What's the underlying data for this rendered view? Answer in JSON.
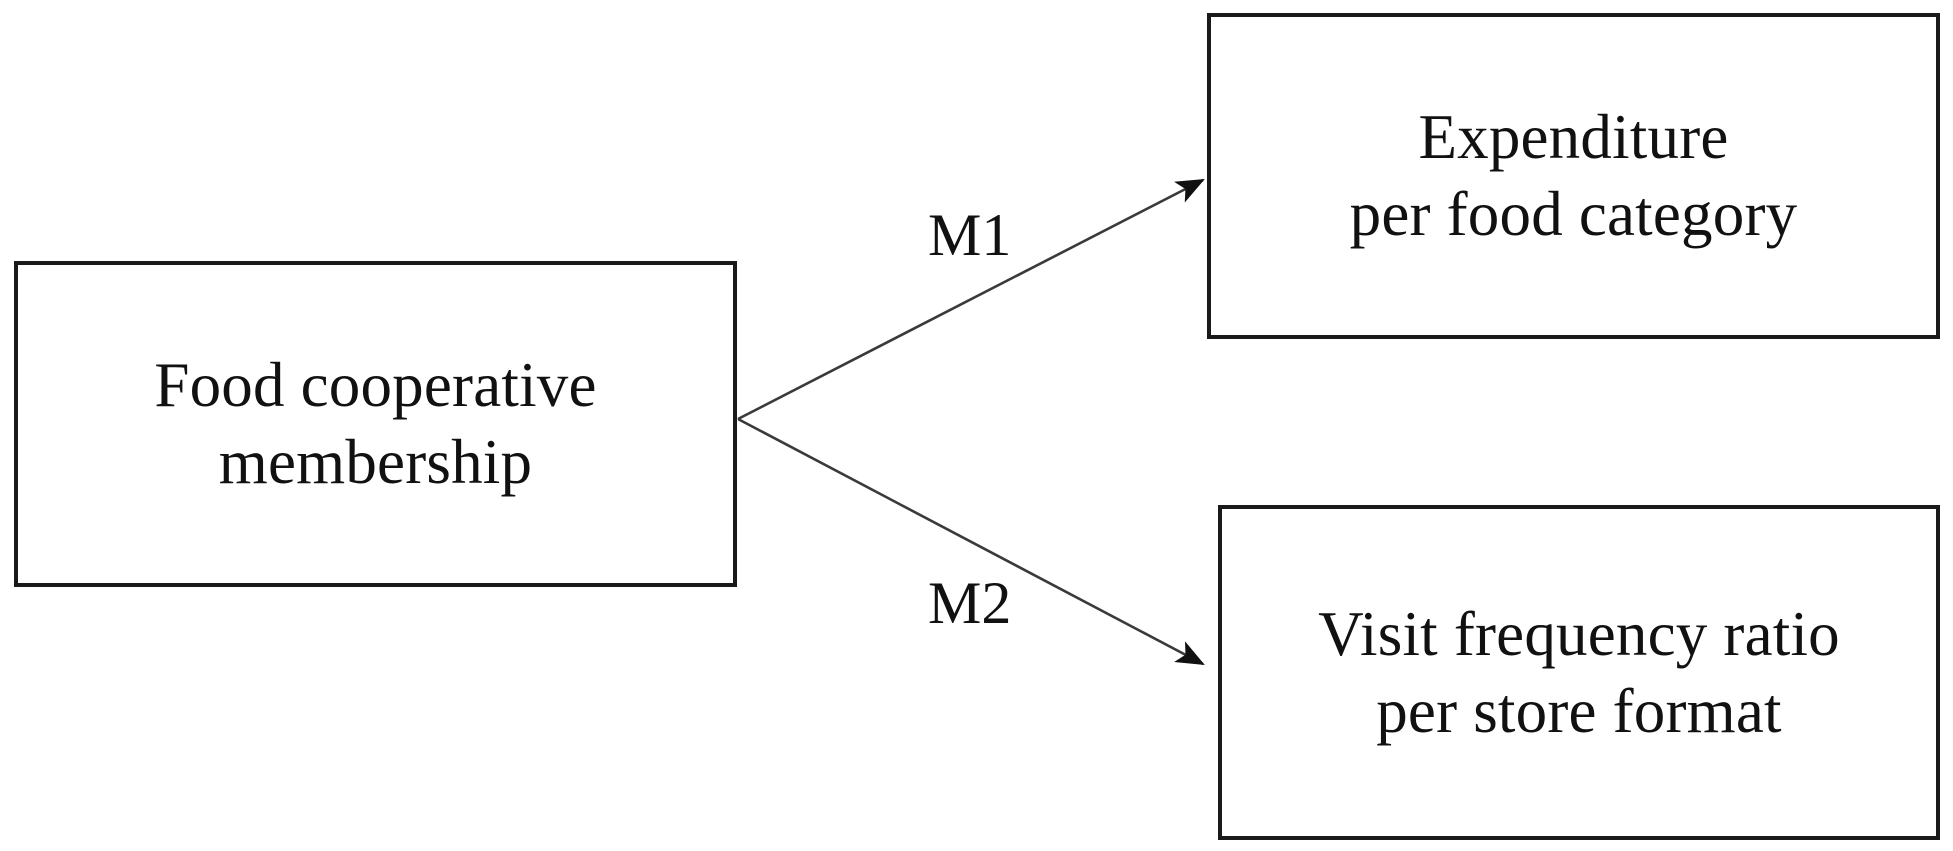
{
  "diagram": {
    "type": "conceptual-path-diagram",
    "background_color": "#ffffff",
    "border_color": "#1a1a1a",
    "text_color": "#111111",
    "nodes": {
      "source": {
        "id": "food-cooperative-membership",
        "line1": "Food cooperative",
        "line2": "membership"
      },
      "outcome_top": {
        "id": "expenditure-per-food-category",
        "line1": "Expenditure",
        "line2": "per food category"
      },
      "outcome_bottom": {
        "id": "visit-frequency-ratio-per-store-format",
        "line1": "Visit frequency ratio",
        "line2": "per store format"
      }
    },
    "edges": [
      {
        "id": "m1",
        "label": "M1",
        "from": "food-cooperative-membership",
        "to": "expenditure-per-food-category",
        "direction": "up-right",
        "arrowhead": "filled-triangle"
      },
      {
        "id": "m2",
        "label": "M2",
        "from": "food-cooperative-membership",
        "to": "visit-frequency-ratio-per-store-format",
        "direction": "down-right",
        "arrowhead": "filled-triangle"
      }
    ]
  }
}
